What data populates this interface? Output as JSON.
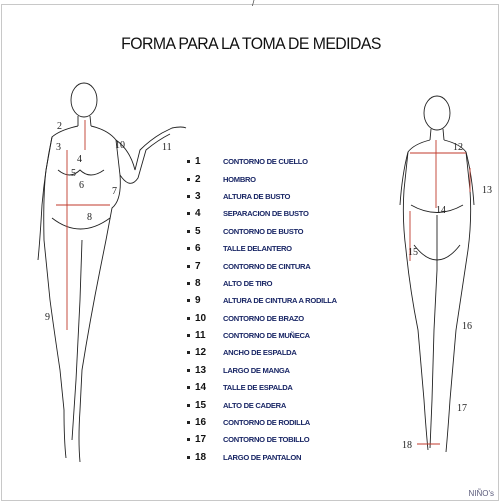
{
  "header": {
    "mark": "/",
    "title": "FORMA PARA LA TOMA DE MEDIDAS"
  },
  "legend": [
    {
      "num": "1",
      "label": "CONTORNO DE CUELLO"
    },
    {
      "num": "2",
      "label": "HOMBRO"
    },
    {
      "num": "3",
      "label": "ALTURA DE BUSTO"
    },
    {
      "num": "4",
      "label": "SEPARACION DE BUSTO"
    },
    {
      "num": "5",
      "label": "CONTORNO DE BUSTO"
    },
    {
      "num": "6",
      "label": "TALLE DELANTERO"
    },
    {
      "num": "7",
      "label": "CONTORNO DE CINTURA"
    },
    {
      "num": "8",
      "label": "ALTO DE TIRO"
    },
    {
      "num": "9",
      "label": "ALTURA DE CINTURA A RODILLA"
    },
    {
      "num": "10",
      "label": "CONTORNO DE BRAZO"
    },
    {
      "num": "11",
      "label": "CONTORNO DE MUÑECA"
    },
    {
      "num": "12",
      "label": "ANCHO DE ESPALDA"
    },
    {
      "num": "13",
      "label": "LARGO DE MANGA"
    },
    {
      "num": "14",
      "label": "TALLE DE ESPALDA"
    },
    {
      "num": "15",
      "label": "ALTO DE CADERA"
    },
    {
      "num": "16",
      "label": "CONTORNO DE RODILLA"
    },
    {
      "num": "17",
      "label": "CONTORNO DE TOBILLO"
    },
    {
      "num": "18",
      "label": "LARGO DE PANTALON"
    }
  ],
  "front_labels": [
    "2",
    "3",
    "4",
    "5",
    "6",
    "7",
    "8",
    "9",
    "10",
    "11"
  ],
  "back_labels": [
    "12",
    "13",
    "14",
    "15",
    "16",
    "17",
    "18"
  ],
  "signature": "NIÑO's",
  "colors": {
    "legend_text": "#1a2766",
    "measure_line": "#c0392b",
    "outline": "#222222"
  }
}
